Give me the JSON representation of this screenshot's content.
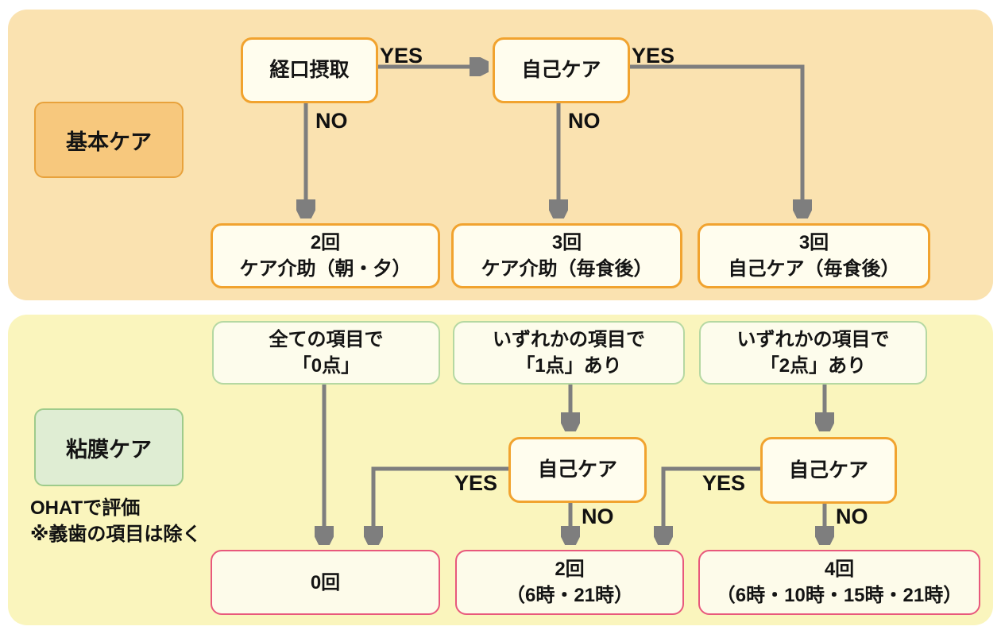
{
  "colors": {
    "panel_basic_bg": "#fae2b0",
    "panel_mucosa_bg": "#faf5bd",
    "tag_basic_fill": "#f7c87d",
    "tag_basic_border": "#e8a23c",
    "tag_mucosa_fill": "#dfedd3",
    "tag_mucosa_border": "#9ecb8b",
    "node_fill": "#fffdee",
    "node_border_orange": "#f1a32f",
    "condition_border_green": "#b5d8a2",
    "result_border_pink": "#e8587c",
    "arrow_gray": "#7e7e7e"
  },
  "basic_care": {
    "label": "基本ケア",
    "decision_oral": "経口摂取",
    "decision_self": "自己ケア",
    "yes1": "YES",
    "no1": "NO",
    "yes2": "YES",
    "no2": "NO",
    "result1": {
      "count": "2回",
      "detail": "ケア介助（朝・夕）"
    },
    "result2": {
      "count": "3回",
      "detail": "ケア介助（毎食後）"
    },
    "result3": {
      "count": "3回",
      "detail": "自己ケア（毎食後）"
    }
  },
  "mucosa_care": {
    "label": "粘膜ケア",
    "note_line1": "OHATで評価",
    "note_line2": "※義歯の項目は除く",
    "cond1": {
      "line1": "全ての項目で",
      "line2": "「0点」"
    },
    "cond2": {
      "line1": "いずれかの項目で",
      "line2": "「1点」あり"
    },
    "cond3": {
      "line1": "いずれかの項目で",
      "line2": "「2点」あり"
    },
    "decision1": "自己ケア",
    "decision2": "自己ケア",
    "yes1": "YES",
    "no1": "NO",
    "yes2": "YES",
    "no2": "NO",
    "result1": {
      "count": "0回",
      "detail": ""
    },
    "result2": {
      "count": "2回",
      "detail": "（6時・21時）"
    },
    "result3": {
      "count": "4回",
      "detail": "（6時・10時・15時・21時）"
    }
  }
}
